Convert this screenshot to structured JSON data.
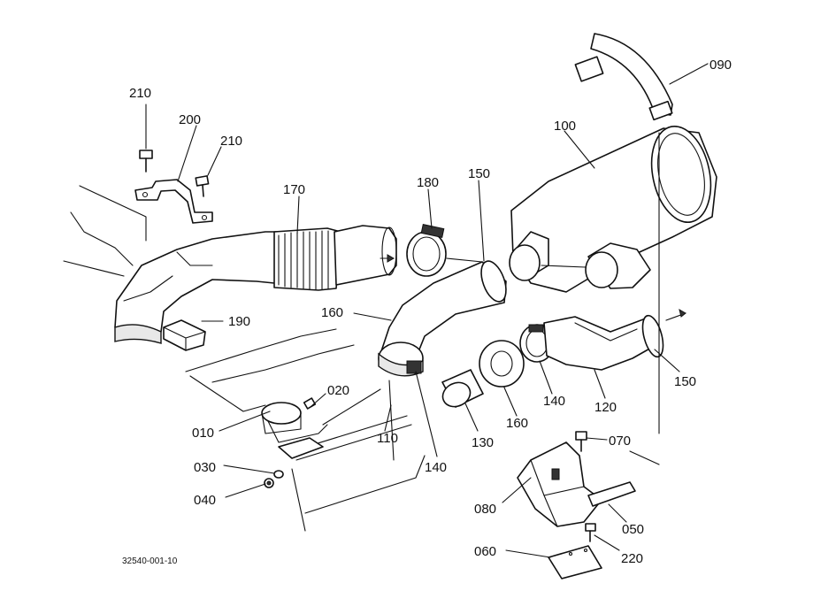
{
  "drawing_code": "32540-001-10",
  "callouts": {
    "c010": "010",
    "c020": "020",
    "c030": "030",
    "c040": "040",
    "c050": "050",
    "c060": "060",
    "c070": "070",
    "c080": "080",
    "c090": "090",
    "c100": "100",
    "c110": "110",
    "c120": "120",
    "c130": "130",
    "c140a": "140",
    "c140b": "140",
    "c150a": "150",
    "c150b": "150",
    "c160a": "160",
    "c160b": "160",
    "c170": "170",
    "c180": "180",
    "c190": "190",
    "c200": "200",
    "c210a": "210",
    "c210b": "210",
    "c220": "220"
  }
}
